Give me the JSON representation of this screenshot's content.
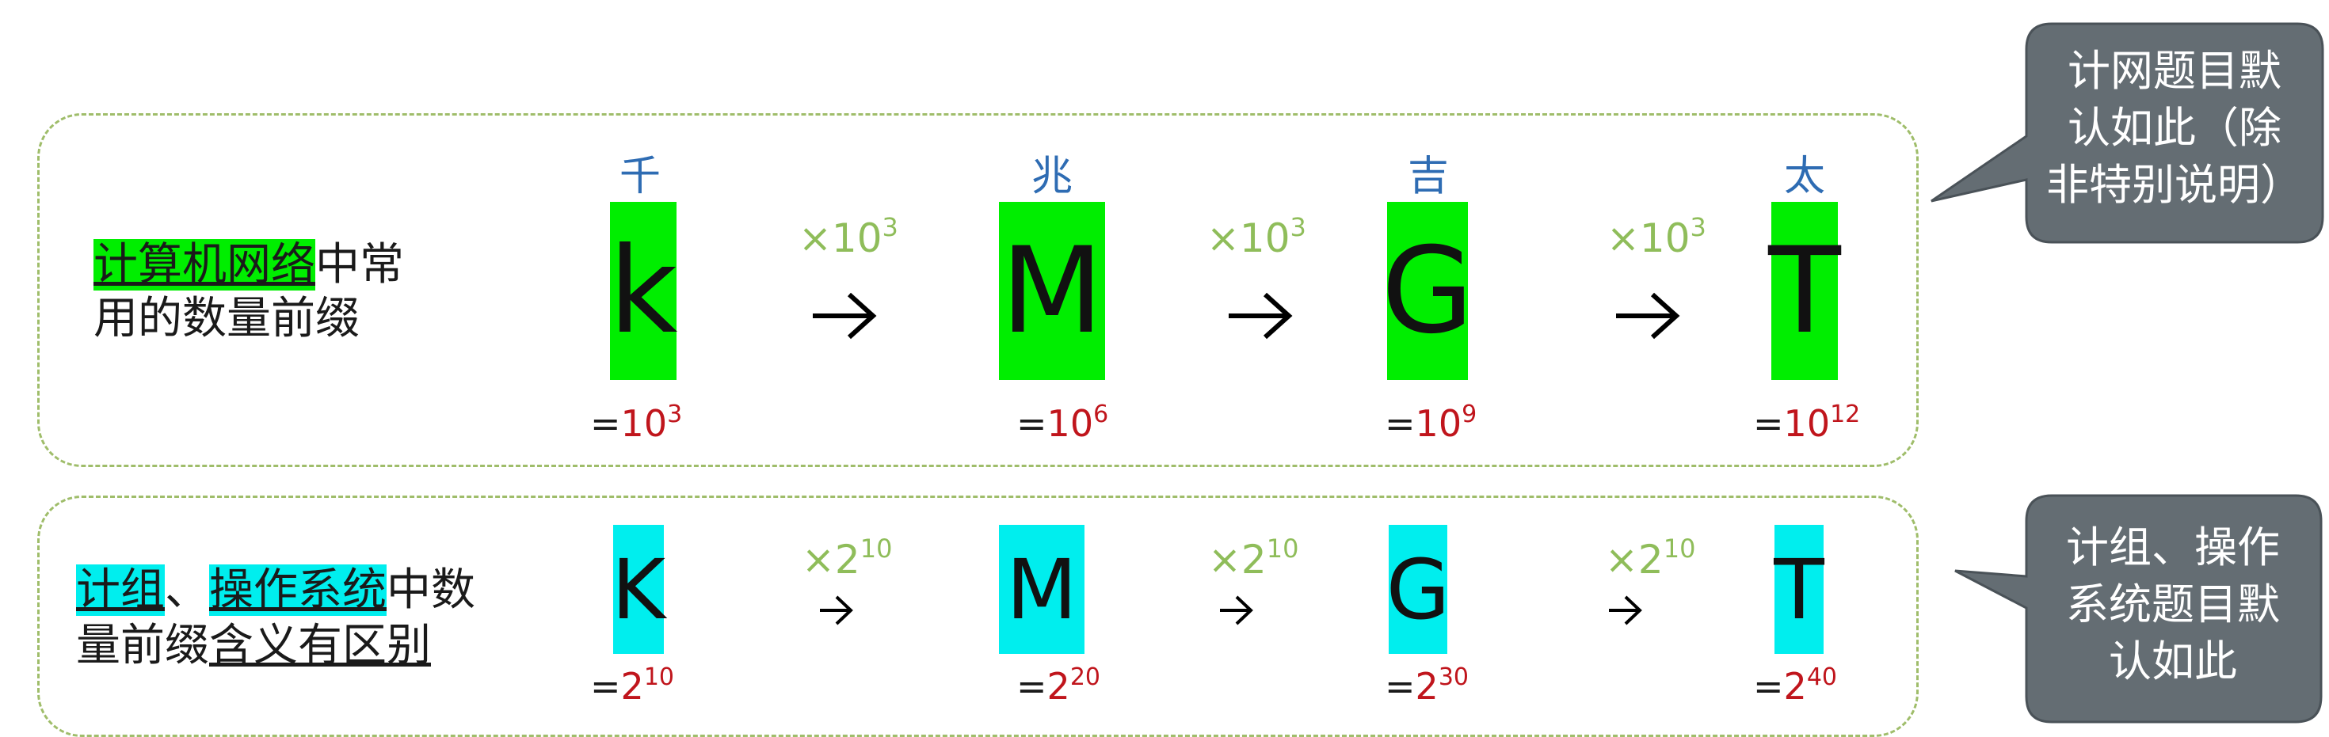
{
  "top": {
    "label_highlight": "计算机网络",
    "label_rest_line1": "中常",
    "label_line2": "用的数量前缀",
    "prefixes": [
      {
        "chinese": "千",
        "letter": "k",
        "eq": "=",
        "base": "10",
        "exp": "3"
      },
      {
        "chinese": "兆",
        "letter": "M",
        "eq": "=",
        "base": "10",
        "exp": "6"
      },
      {
        "chinese": "吉",
        "letter": "G",
        "eq": "=",
        "base": "10",
        "exp": "9"
      },
      {
        "chinese": "太",
        "letter": "T",
        "eq": "=",
        "base": "10",
        "exp": "12"
      }
    ],
    "multiplier": {
      "symbol": "×",
      "base": "10",
      "exp": "3"
    }
  },
  "bottom": {
    "label_hl1": "计组",
    "label_sep": "、",
    "label_hl2": "操作系统",
    "label_rest_line1": "中数",
    "label_line2_plain": "量前缀",
    "label_line2_underline": "含义有区别",
    "prefixes": [
      {
        "letter": "K",
        "eq": "=",
        "base": "2",
        "exp": "10"
      },
      {
        "letter": "M",
        "eq": "=",
        "base": "2",
        "exp": "20"
      },
      {
        "letter": "G",
        "eq": "=",
        "base": "2",
        "exp": "30"
      },
      {
        "letter": "T",
        "eq": "=",
        "base": "2",
        "exp": "40"
      }
    ],
    "multiplier": {
      "symbol": "×",
      "base": "2",
      "exp": "10"
    }
  },
  "callouts": {
    "top": "计网题目默\n认如此（除\n非特别说明）",
    "bottom": "计组、操作\n系统题目默\n认如此"
  },
  "colors": {
    "green_highlight": "#00ee00",
    "cyan_highlight": "#00eeee",
    "chinese_text": "#2e6cb3",
    "multiplier": "#8fbd5a",
    "value_red": "#c0151c",
    "callout_fill": "#646d73",
    "panel_border": "#9fbd6a"
  }
}
